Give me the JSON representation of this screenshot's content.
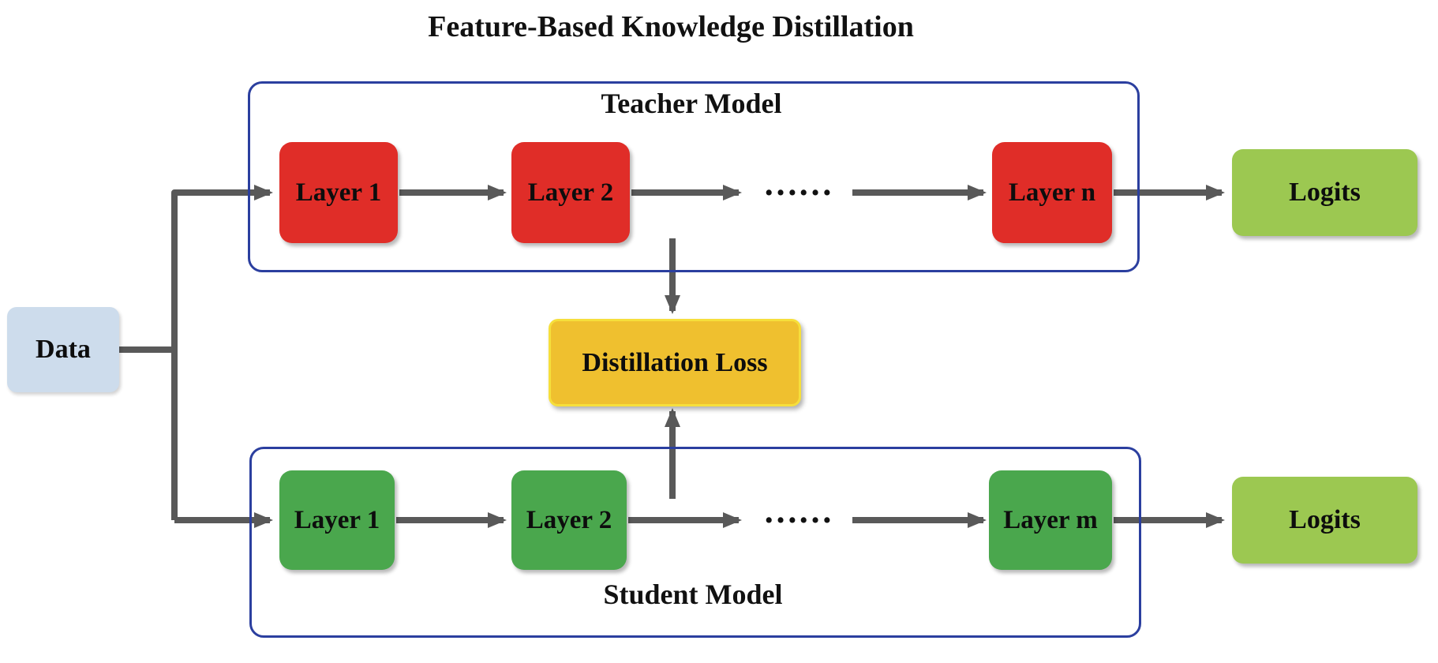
{
  "title": "Feature-Based Knowledge Distillation",
  "data_node": {
    "label": "Data"
  },
  "teacher": {
    "title": "Teacher Model",
    "layers": [
      "Layer 1",
      "Layer 2",
      "Layer n"
    ],
    "dots": "……",
    "logits": "Logits"
  },
  "student": {
    "title": "Student Model",
    "layers": [
      "Layer 1",
      "Layer 2",
      "Layer m"
    ],
    "dots": "……",
    "logits": "Logits"
  },
  "loss": {
    "label": "Distillation Loss"
  },
  "colors": {
    "teacher_layer_fill": "#e02d28",
    "student_layer_fill": "#4aa74d",
    "logits_fill": "#9cc851",
    "data_fill": "#cddcec",
    "loss_fill": "#efc02f",
    "loss_border": "#f6df3b",
    "model_container_border": "#2b3f9f",
    "arrow": "#595959"
  }
}
